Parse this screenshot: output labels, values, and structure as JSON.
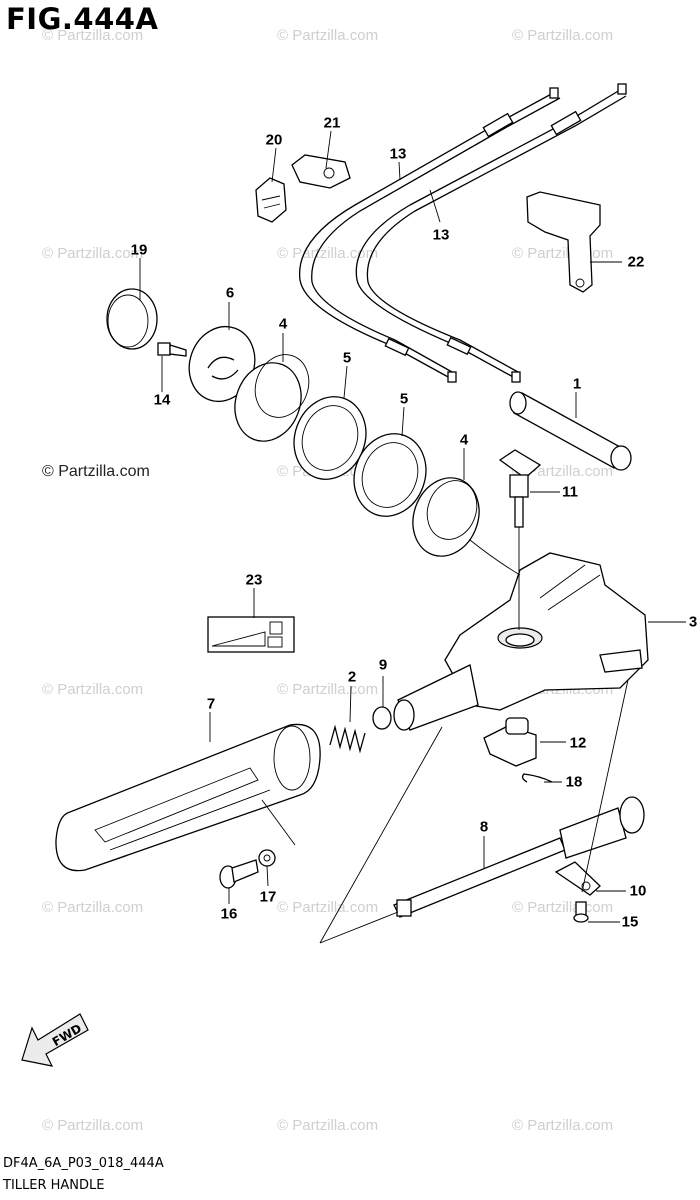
{
  "figure": {
    "title": "FIG.444A",
    "code": "DF4A_6A_P03_018_444A",
    "name": "TILLER HANDLE",
    "fwd_label": "FWD"
  },
  "watermark": {
    "text": "© Partzilla.com"
  },
  "callouts": {
    "c1": "1",
    "c2": "2",
    "c3": "3",
    "c4a": "4",
    "c4b": "4",
    "c5a": "5",
    "c5b": "5",
    "c6": "6",
    "c7": "7",
    "c8": "8",
    "c9": "9",
    "c10": "10",
    "c11": "11",
    "c12": "12",
    "c13a": "13",
    "c13b": "13",
    "c14": "14",
    "c15": "15",
    "c16": "16",
    "c17": "17",
    "c18": "18",
    "c19": "19",
    "c20": "20",
    "c21": "21",
    "c22": "22",
    "c23": "23"
  },
  "icons": {
    "fwd_arrow": "fwd-arrow-icon",
    "label_sticker": "warning-label-icon"
  }
}
